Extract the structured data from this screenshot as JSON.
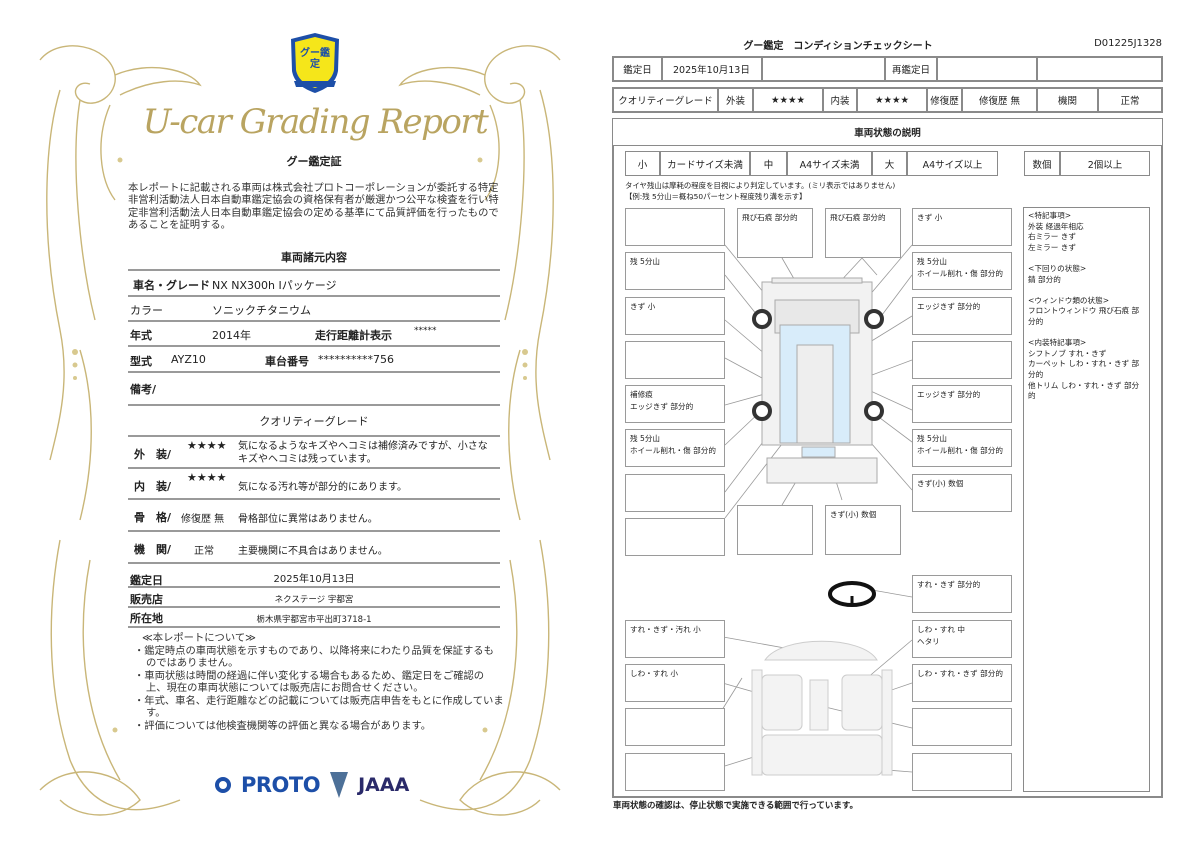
{
  "certificate": {
    "logo_text": "グー鑑定",
    "script_title": "U-car Grading Report",
    "heading": "グー鑑定証",
    "statement": "本レポートに記載される車両は株式会社プロトコーポレーションが委託する特定非営利活動法人日本自動車鑑定協会の資格保有者が厳選かつ公平な検査を行い特定非営利活動法人日本自動車鑑定協会の定める基準にて品質評価を行ったものであることを証明する。",
    "specs_title": "車両諸元内容",
    "specs": {
      "name_label": "車名・グレード",
      "name": "NX NX300h Iパッケージ",
      "color_label": "カラー",
      "color": "ソニックチタニウム",
      "year_label": "年式",
      "year": "2014年",
      "mileage_label": "走行距離計表示",
      "mileage": "*****",
      "model_label": "型式",
      "model": "AYZ10",
      "chassis_label": "車台番号",
      "chassis": "**********756",
      "remarks_label": "備考/"
    },
    "grade_title": "クオリティーグレード",
    "grades": [
      {
        "label": "外　装/",
        "value": "★★★★",
        "desc": "気になるようなキズやヘコミは補修済みですが、小さなキズやヘコミは残っています。"
      },
      {
        "label": "内　装/",
        "value": "★★★★",
        "desc": "気になる汚れ等が部分的にあります。"
      },
      {
        "label": "骨　格/",
        "value": "修復歴 無",
        "desc": "骨格部位に異常はありません。"
      },
      {
        "label": "機　関/",
        "value": "正常",
        "desc": "主要機関に不具合はありません。"
      }
    ],
    "date_label": "鑑定日",
    "date": "2025年10月13日",
    "dealer_label": "販売店",
    "dealer": "ネクステージ 宇都宮",
    "address_label": "所在地",
    "address": "栃木県宇都宮市平出町3718-1",
    "about_title": "≪本レポートについて≫",
    "about": [
      "・鑑定時点の車両状態を示すものであり、以降将来にわたり品質を保証するものではありません。",
      "・車両状態は時間の経過に伴い変化する場合もあるため、鑑定日をご確認の上、現在の車両状態については販売店にお問合せください。",
      "・年式、車名、走行距離などの記載については販売店申告をもとに作成しています。",
      "・評価については他検査機関等の評価と異なる場合があります。"
    ],
    "logos": {
      "proto": "PROTO",
      "jaaa": "JAAA"
    },
    "accent_gold": "#b9a461",
    "logo_blue": "#1d4fa8",
    "logo_yellow": "#f5e61a"
  },
  "sheet": {
    "title": "グー鑑定　コンディションチェックシート",
    "doc_id": "D01225J1328",
    "date_label": "鑑定日",
    "date": "2025年10月13日",
    "reinspect_label": "再鑑定日",
    "grade_label": "クオリティーグレード",
    "exterior_label": "外装",
    "exterior": "★★★★",
    "interior_label": "内装",
    "interior": "★★★★",
    "repair_label": "修復歴",
    "repair": "修復歴 無",
    "engine_label": "機関",
    "engine": "正常",
    "section_title": "車両状態の説明",
    "sizes": [
      "小",
      "カードサイズ未満",
      "中",
      "A4サイズ未満",
      "大",
      "A4サイズ以上"
    ],
    "count": [
      "数個",
      "2個以上"
    ],
    "tire_note": "タイヤ残山は摩耗の程度を目視により判定しています。(ミリ表示ではありません)",
    "tire_example": "【例:残 5分山＝概ね50パーセント程度残り溝を示す】",
    "exterior_left": [
      "",
      "残 5分山",
      "きず 小",
      "",
      "補修痕\nエッジきず 部分的",
      "残 5分山\nホイール削れ・傷 部分的",
      "",
      ""
    ],
    "exterior_top": [
      "飛び石痕 部分的",
      "飛び石痕 部分的"
    ],
    "exterior_right": [
      "きず 小",
      "残 5分山\nホイール削れ・傷 部分的",
      "エッジきず 部分的",
      "",
      "エッジきず 部分的",
      "残 5分山\nホイール削れ・傷 部分的",
      "きず(小) 数個"
    ],
    "exterior_bottom": [
      "",
      "きず(小) 数個"
    ],
    "interior_left": [
      "すれ・きず・汚れ 小",
      "しわ・すれ 小",
      "",
      ""
    ],
    "interior_right": [
      "すれ・きず 部分的",
      "しわ・すれ 中\nヘタリ",
      "しわ・すれ・きず 部分的",
      "",
      ""
    ],
    "remarks": "<特記事項>\n外装 経過年相応\n右ミラー きず\n左ミラー きず\n\n<下回りの状態>\n錆 部分的\n\n<ウィンドウ類の状態>\nフロントウィンドウ 飛び石痕 部分的\n\n<内装特記事項>\nシフトノブ すれ・きず\nカーペット しわ・すれ・きず 部分的\n他トリム しわ・すれ・きず 部分的",
    "footer": "車両状態の確認は、停止状態で実施できる範囲で行っています。"
  }
}
